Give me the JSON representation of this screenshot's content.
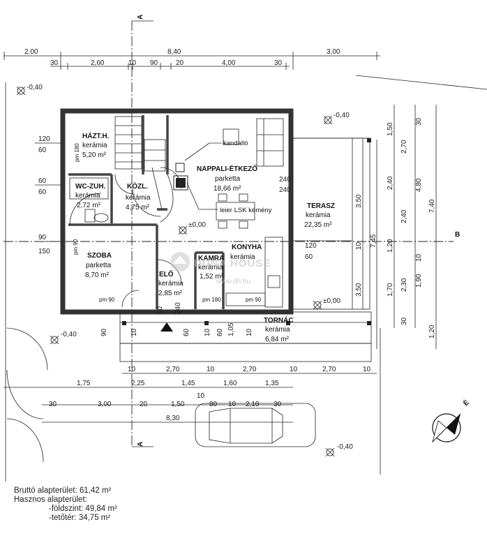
{
  "section_marks": {
    "a": "A",
    "b": "B"
  },
  "dims_top_row1": [
    "2,00",
    "8,40",
    "3,00"
  ],
  "dims_top_row2": [
    "30",
    "2,60",
    "10",
    "90",
    "20",
    "4,00",
    "30"
  ],
  "dims_left": [
    "120",
    "60",
    "60",
    "60",
    "90",
    "150"
  ],
  "dims_right_a": [
    "1,50",
    "2,70",
    "2,40",
    "2,40",
    "1,20",
    "1,70",
    "2,30",
    "30"
  ],
  "dims_right_b": [
    "30",
    "4,80",
    "7,40",
    "1,90",
    "1,20",
    "10"
  ],
  "dims_right_c": [
    "3,50",
    "7,45",
    "10",
    "3,50"
  ],
  "dims_bottom_row1": [
    "10",
    "2,70",
    "10",
    "2,70",
    "10",
    "2,70",
    "10"
  ],
  "dims_bottom_row2": [
    "1,75",
    "2,25",
    "1,45",
    "1,60",
    "1,35"
  ],
  "dims_bottom_row3": [
    "10",
    "30",
    "3,00",
    "20",
    "1,50",
    "80",
    "10",
    "2,10",
    "30"
  ],
  "dims_bottom_row4": [
    "8,30"
  ],
  "levels": [
    "-0,40",
    "-0,40",
    "±0,00",
    "±0,00",
    "-0,40",
    "-0,40"
  ],
  "rooms": {
    "hazt": {
      "name": "HÁZT.H.",
      "floor": "kerámia",
      "area": "5,20 m²"
    },
    "wc": {
      "name": "WC-ZUH.",
      "floor": "kerámia",
      "area": "2,72 m²"
    },
    "kozl": {
      "name": "KÖZL.",
      "floor": "kerámia",
      "area": "4,75 m²"
    },
    "nappali": {
      "name": "NAPPALI-ÉTKEZŐ",
      "floor": "parketta",
      "area": "18,66 m²"
    },
    "terasz": {
      "name": "TERASZ",
      "floor": "kerámia",
      "area": "22,35 m²"
    },
    "szoba": {
      "name": "SZOBA",
      "floor": "parketta",
      "area": "8,70 m²"
    },
    "elo": {
      "name": "ELŐ",
      "floor": "kerámia",
      "area": "2,85 m²"
    },
    "kamra": {
      "name": "KAMRA",
      "floor": "kerámia",
      "area": "1,52 m²"
    },
    "konyha": {
      "name": "KONYHA",
      "floor": "kerámia",
      "area": ""
    },
    "tornac": {
      "name": "TORNÁC",
      "floor": "kerámia",
      "area": "6,84 m²"
    }
  },
  "annotations": {
    "kandallo": "kandalló",
    "leier": "leier LSK kémény",
    "pm180": "pm 180",
    "pm90a": "pm 90",
    "pm90b": "pm 90",
    "pm180b": "pm 180",
    "pm90c": "pm 90",
    "n240a": "240",
    "n240b": "240",
    "n120": "120",
    "n60": "60"
  },
  "watermark": {
    "brand": "DUNA HOUSE",
    "url": "www.dh.hu"
  },
  "summary": {
    "brutto_label": "Bruttó alapterület: 61,42 m²",
    "hasznos_label": "Hasznos alapterület:",
    "foldszint": "-földszint: 49,84 m²",
    "tetoter": "-tetőtér:   34,75 m²"
  },
  "compass": {
    "label": "É"
  }
}
